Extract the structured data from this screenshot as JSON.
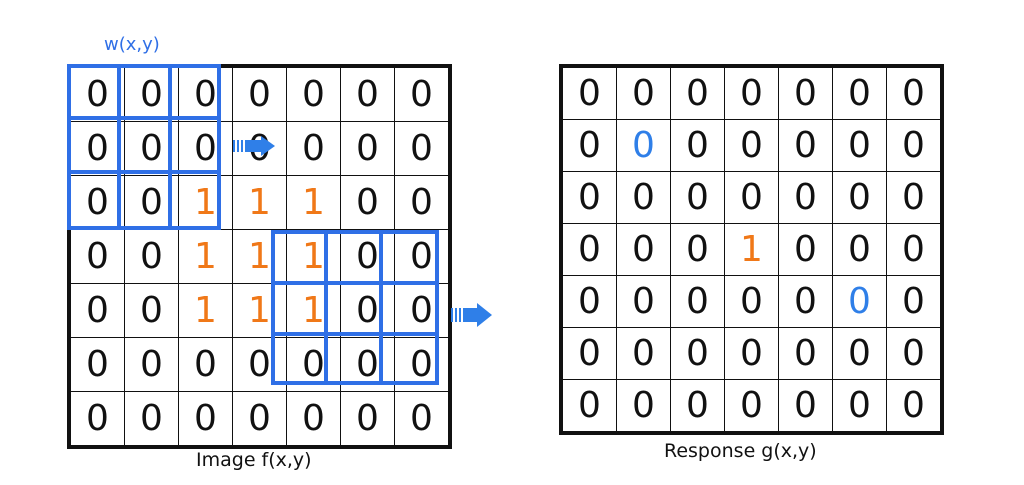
{
  "kernel_label": "w(x,y)",
  "image_caption": "Image f(x,y)",
  "response_caption": "Response g(x,y)",
  "colors": {
    "kernel": "#2f6fe6",
    "one_value": "#f07818",
    "center_value": "#2f7fe8",
    "grid": "#111111"
  },
  "image_grid": [
    [
      "0",
      "0",
      "0",
      "0",
      "0",
      "0",
      "0"
    ],
    [
      "0",
      "0",
      "0",
      "0",
      "0",
      "0",
      "0"
    ],
    [
      "0",
      "0",
      "1",
      "1",
      "1",
      "0",
      "0"
    ],
    [
      "0",
      "0",
      "1",
      "1",
      "1",
      "0",
      "0"
    ],
    [
      "0",
      "0",
      "1",
      "1",
      "1",
      "0",
      "0"
    ],
    [
      "0",
      "0",
      "0",
      "0",
      "0",
      "0",
      "0"
    ],
    [
      "0",
      "0",
      "0",
      "0",
      "0",
      "0",
      "0"
    ]
  ],
  "response_grid": [
    [
      "0",
      "0",
      "0",
      "0",
      "0",
      "0",
      "0"
    ],
    [
      "0",
      "0",
      "0",
      "0",
      "0",
      "0",
      "0"
    ],
    [
      "0",
      "0",
      "0",
      "0",
      "0",
      "0",
      "0"
    ],
    [
      "0",
      "0",
      "0",
      "1",
      "0",
      "0",
      "0"
    ],
    [
      "0",
      "0",
      "0",
      "0",
      "0",
      "0",
      "0"
    ],
    [
      "0",
      "0",
      "0",
      "0",
      "0",
      "0",
      "0"
    ],
    [
      "0",
      "0",
      "0",
      "0",
      "0",
      "0",
      "0"
    ]
  ],
  "image_highlights_orange": [
    [
      2,
      2
    ],
    [
      2,
      3
    ],
    [
      2,
      4
    ],
    [
      3,
      2
    ],
    [
      3,
      3
    ],
    [
      3,
      4
    ],
    [
      4,
      2
    ],
    [
      4,
      3
    ],
    [
      4,
      4
    ]
  ],
  "response_highlights_orange": [
    [
      3,
      3
    ]
  ],
  "response_highlights_blue": [
    [
      1,
      1
    ],
    [
      4,
      5
    ]
  ],
  "icons": [
    "arrow-right-icon",
    "arrow-right-icon"
  ]
}
